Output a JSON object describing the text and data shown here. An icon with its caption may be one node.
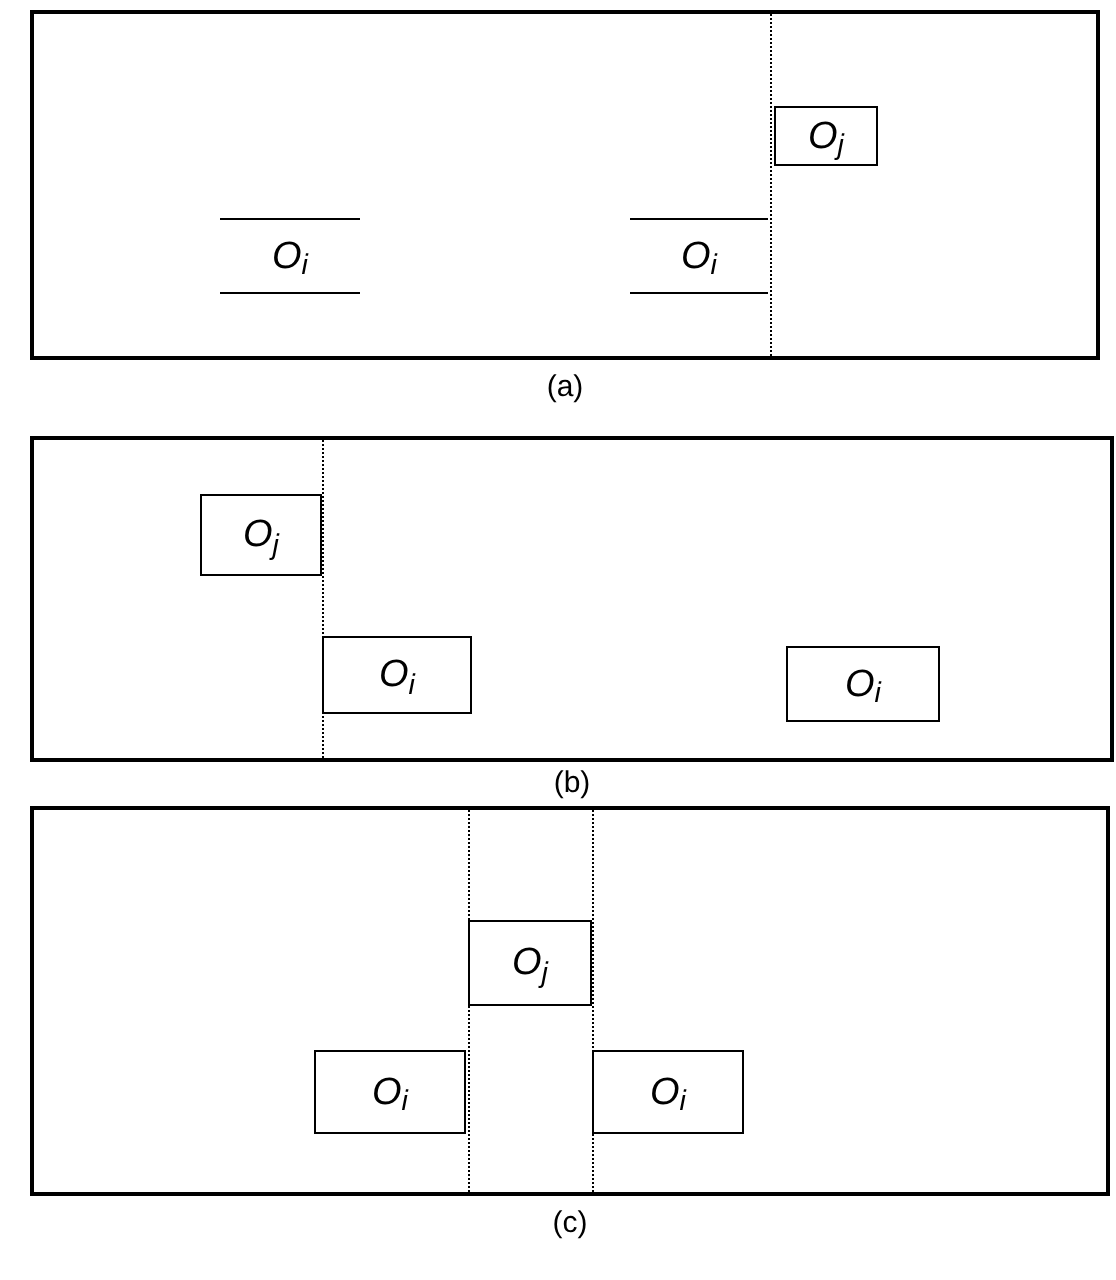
{
  "diagram": {
    "nodes": [
      {
        "text": [],
        "shape": "box",
        "beside": [
          "(a)"
        ]
      },
      {
        "text": [
          "O$_{j}$"
        ],
        "in": 0
      },
      {
        "text": [
          "O$_{i}$"
        ],
        "in": 0
      },
      {
        "text": [
          "O$_{i}$"
        ],
        "in": 0
      },
      {
        "text": [],
        "shape": "box",
        "beside": [
          "(b)"
        ]
      },
      {
        "text": [
          "O$_{j}$"
        ],
        "in": 4
      },
      {
        "text": [
          "O$_{i}$"
        ],
        "in": 4
      },
      {
        "text": [
          "O$_{i}$"
        ],
        "in": 4
      },
      {
        "text": [],
        "shape": "box",
        "beside": [
          "(c)"
        ]
      },
      {
        "text": [
          "O$_{j}$"
        ],
        "in": 8
      },
      {
        "text": [
          "O$_{i}$"
        ],
        "in": 8
      },
      {
        "text": [
          "O$_{i}$"
        ],
        "in": 8
      }
    ]
  }
}
